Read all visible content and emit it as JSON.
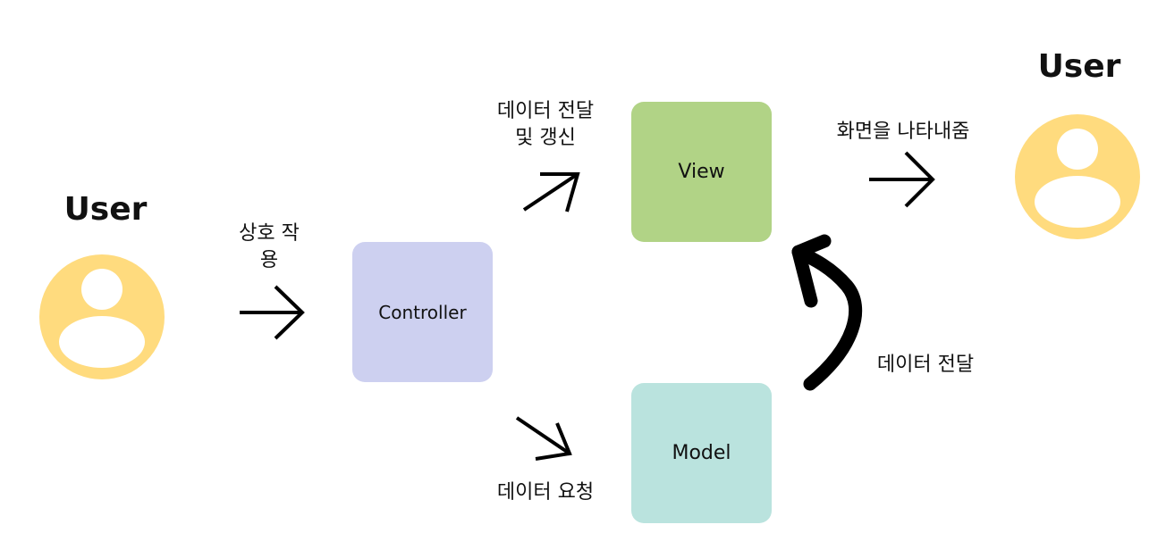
{
  "users": {
    "left": {
      "title": "User",
      "icon": "user-avatar-icon"
    },
    "right": {
      "title": "User",
      "icon": "user-avatar-icon"
    }
  },
  "nodes": {
    "controller": {
      "label": "Controller"
    },
    "view": {
      "label": "View"
    },
    "model": {
      "label": "Model"
    }
  },
  "edges": {
    "user_to_controller": "상호 작\n용",
    "controller_to_view": "데이터 전달\n및 갱신",
    "controller_to_model": "데이터 요청",
    "model_to_view": "데이터 전달",
    "view_to_user": "화면을 나타내줌"
  },
  "colors": {
    "avatar": "#FFDB7E",
    "controller": "#CDD0F0",
    "view": "#B1D386",
    "model": "#BAE3DE",
    "arrow": "#000000"
  }
}
